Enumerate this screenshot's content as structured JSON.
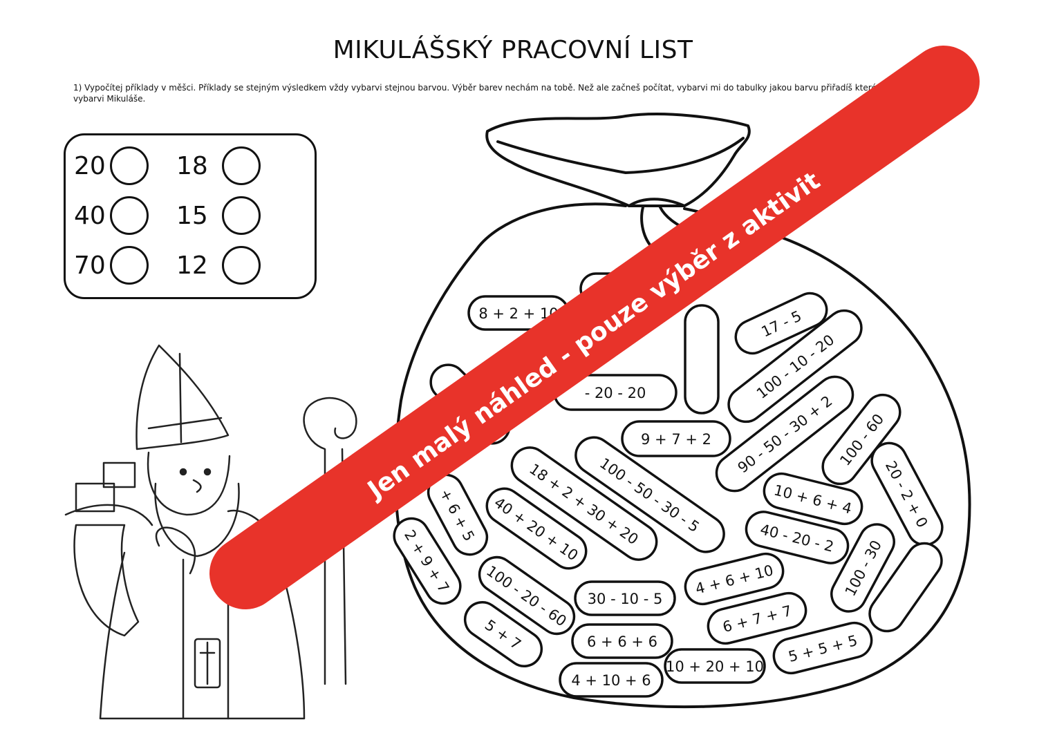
{
  "title": "MIKULÁŠSKÝ PRACOVNÍ LIST",
  "instructions": {
    "line1": "1) Vypočítej příklady v měšci. Příklady se stejným výsledkem vždy vybarvi stejnou barvou. Výběr barev nechám na tobě. Než ale začneš počítat, vybarvi mi do tabulky jakou barvu přiřadíš kterému výsle",
    "line2": "vybarvi Mikuláše."
  },
  "legend": [
    "20",
    "40",
    "70",
    "18",
    "15",
    "12"
  ],
  "bag_labels": [
    "8 + 2 + 10",
    "17 - 5",
    "100 - 10 - 20",
    "- 20 - 20",
    "9 + 7 + 2",
    "90 - 50 - 30 + 2",
    "100 - 60",
    "18 + 2 + 30 + 20",
    "100 - 50 - 30 - 5",
    "10 + 6 + 4",
    "20 - 2 + 0",
    "+ 6 + 5",
    "40 + 20 + 10",
    "40 - 20 - 2",
    "2 + 9 + 7",
    "100 - 20 - 60",
    "4 + 6 + 10",
    "100 - 30",
    "30 - 10 - 5",
    "6 + 7 + 7",
    "5 + 7",
    "6 + 6 + 6",
    "10 + 20 + 10",
    "5 + 5 + 5",
    "4 + 10 + 6"
  ],
  "watermark": "Jen malý náhled - pouze výběr z aktivit",
  "colors": {
    "banner": "#e8332a",
    "ink": "#111111"
  }
}
